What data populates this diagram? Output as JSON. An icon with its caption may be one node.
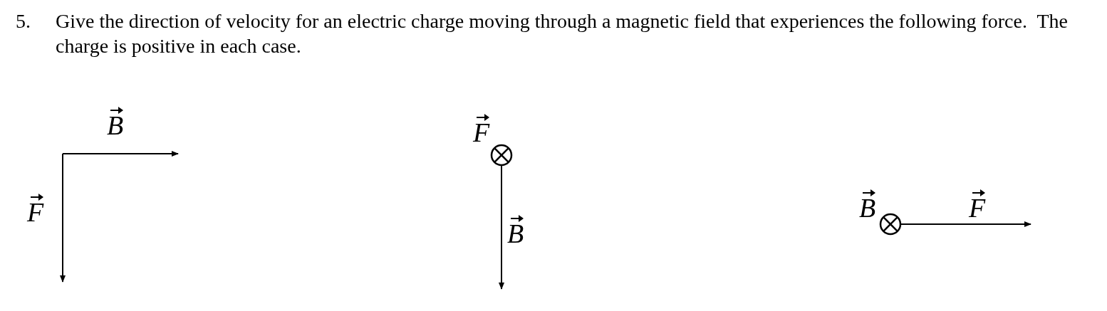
{
  "diagram": {
    "labels": [
      "5.",
      "Give the direction of velocity for an electric charge moving through a magnetic field that experiences the following force.  The charge is positive in each case.",
      "B",
      "F",
      "F",
      "B",
      "B",
      "F"
    ]
  }
}
